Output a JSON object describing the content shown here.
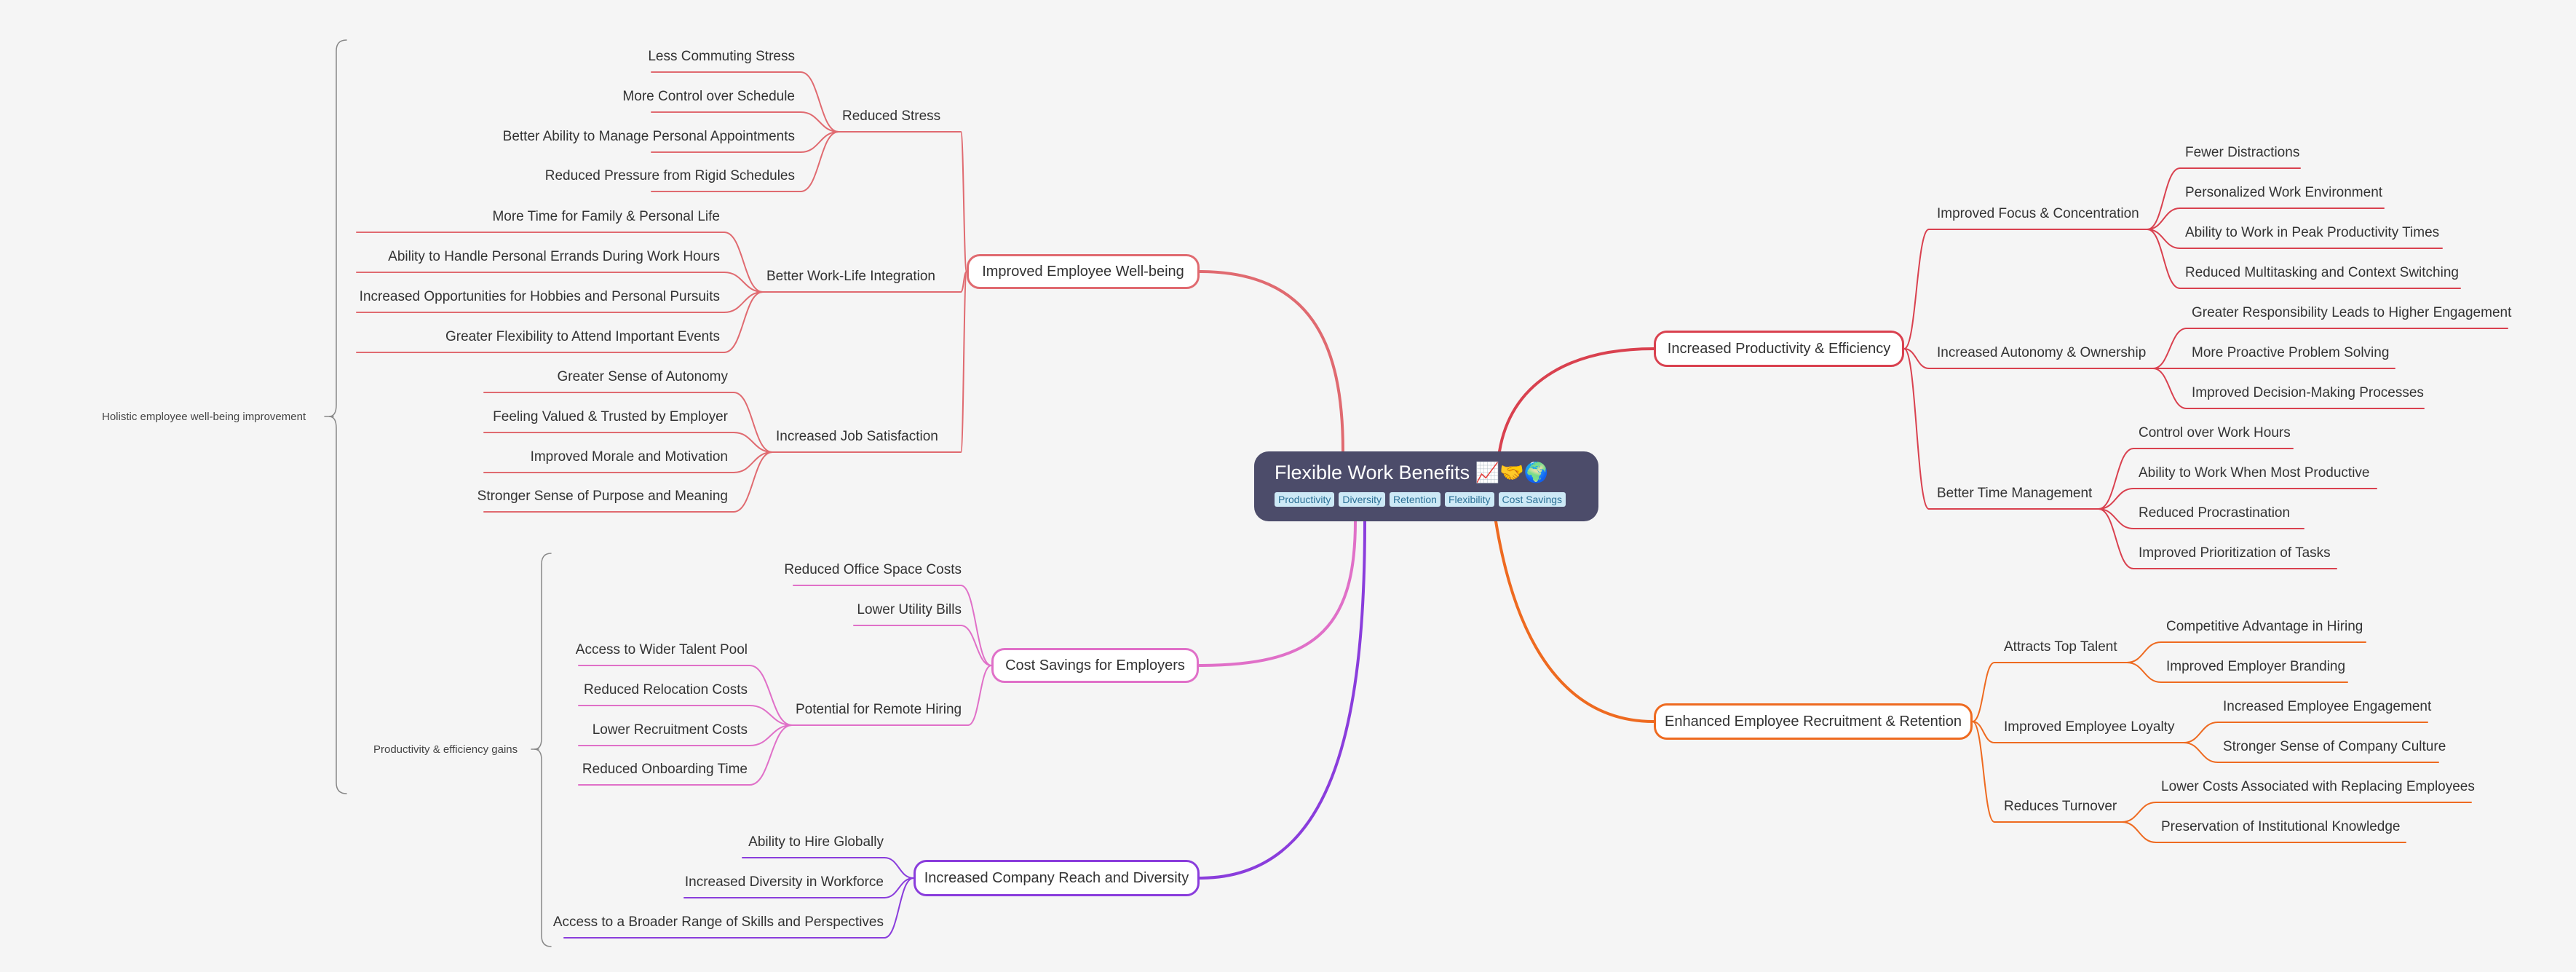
{
  "root": {
    "title": "Flexible Work Benefits 📈🤝🌍",
    "tags": [
      "Productivity",
      "Diversity",
      "Retention",
      "Flexibility",
      "Cost Savings"
    ]
  },
  "summaries": [
    "Holistic employee well-being improvement",
    "Productivity & efficiency gains"
  ],
  "branches": [
    {
      "label": "Improved Employee Well-being",
      "color": "#e06a70",
      "groups": [
        {
          "label": "Reduced Stress",
          "items": [
            "Less Commuting Stress",
            "More Control over Schedule",
            "Better Ability to Manage Personal Appointments",
            "Reduced Pressure from Rigid Schedules"
          ]
        },
        {
          "label": "Better Work-Life Integration",
          "items": [
            "More Time for Family & Personal Life",
            "Ability to Handle Personal Errands During Work Hours",
            "Increased Opportunities for Hobbies and Personal Pursuits",
            "Greater Flexibility to Attend Important Events"
          ]
        },
        {
          "label": "Increased Job Satisfaction",
          "items": [
            "Greater Sense of Autonomy",
            "Feeling Valued & Trusted by Employer",
            "Improved Morale and Motivation",
            "Stronger Sense of Purpose and Meaning"
          ]
        }
      ]
    },
    {
      "label": "Cost Savings for Employers",
      "color": "#e070c8",
      "groups": [
        {
          "label": "Reduced Office Space Costs",
          "items": []
        },
        {
          "label": "Lower Utility Bills",
          "items": []
        },
        {
          "label": "Potential for Remote Hiring",
          "items": [
            "Access to Wider Talent Pool",
            "Reduced Relocation Costs",
            "Lower Recruitment Costs",
            "Reduced Onboarding Time"
          ]
        }
      ]
    },
    {
      "label": "Increased Company Reach and Diversity",
      "color": "#8a3ddc",
      "groups": [
        {
          "label": "Ability to Hire Globally",
          "items": []
        },
        {
          "label": "Increased Diversity in Workforce",
          "items": []
        },
        {
          "label": "Access to a Broader Range of Skills and Perspectives",
          "items": []
        }
      ]
    },
    {
      "label": "Increased Productivity & Efficiency",
      "color": "#d9414f",
      "groups": [
        {
          "label": "Improved Focus & Concentration",
          "items": [
            "Fewer Distractions",
            "Personalized Work Environment",
            "Ability to Work in Peak Productivity Times",
            "Reduced Multitasking and Context Switching"
          ]
        },
        {
          "label": "Increased Autonomy & Ownership",
          "items": [
            "Greater Responsibility Leads to Higher Engagement",
            "More Proactive Problem Solving",
            "Improved Decision-Making Processes"
          ]
        },
        {
          "label": "Better Time Management",
          "items": [
            "Control over Work Hours",
            "Ability to Work When Most Productive",
            "Reduced Procrastination",
            "Improved Prioritization of Tasks"
          ]
        }
      ]
    },
    {
      "label": "Enhanced Employee Recruitment & Retention",
      "color": "#ee6a20",
      "groups": [
        {
          "label": "Attracts Top Talent",
          "items": [
            "Competitive Advantage in Hiring",
            "Improved Employer Branding"
          ]
        },
        {
          "label": "Improved Employee Loyalty",
          "items": [
            "Increased Employee Engagement",
            "Stronger Sense of Company Culture"
          ]
        },
        {
          "label": "Reduces Turnover",
          "items": [
            "Lower Costs Associated with Replacing Employees",
            "Preservation of Institutional Knowledge"
          ]
        }
      ]
    }
  ]
}
